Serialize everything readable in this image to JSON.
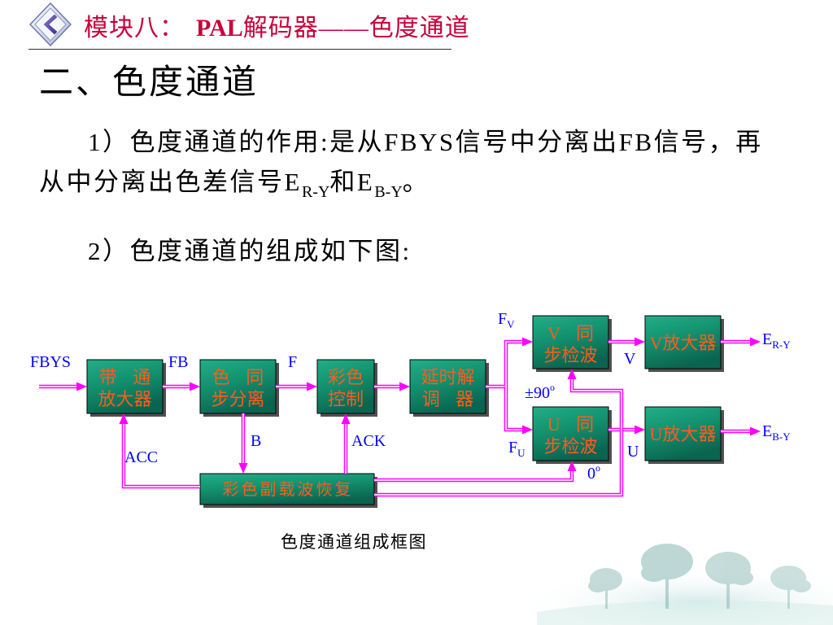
{
  "icons": {
    "logo": "diamond-chevron-icon",
    "decoration": "landscape-trees-image"
  },
  "colors": {
    "title": "#C8003A",
    "body_text": "#000000",
    "block_fill": "#13906E",
    "block_text": "#FF5A1F",
    "signal_label": "#0000FF",
    "wire": "#FF00FF"
  },
  "header": {
    "title_prefix": "模块八：",
    "title_pal": "PAL",
    "title_rest": "解码器——色度通道"
  },
  "section_heading": "二、色度通道",
  "paragraph1": {
    "line1": "1）色度通道的作用:是从FBYS信号中分离出FB信号，再",
    "line2_text": "从中分离出色差信号",
    "symbol1": "E",
    "symbol1_sub": "R-Y",
    "conjunction": "和",
    "symbol2": "E",
    "symbol2_sub": "B-Y",
    "line2_end": "。"
  },
  "paragraph2": "2）色度通道的组成如下图:",
  "diagram": {
    "blocks": {
      "bandpass_amplifier": {
        "line1": "带 通",
        "line2": "放大器"
      },
      "sync_separator": {
        "line1": "色 同",
        "line2": "步分离"
      },
      "color_control": {
        "line1": "彩色",
        "line2": "控制"
      },
      "delay_demodulator": {
        "line1": "延时解",
        "line2": "调 器"
      },
      "v_sync_detector": {
        "line1": "V 同",
        "line2": "步检波"
      },
      "u_sync_detector": {
        "line1": "U 同",
        "line2": "步检波"
      },
      "v_amplifier": {
        "label": "V放大器"
      },
      "u_amplifier": {
        "label": "U放大器"
      },
      "subcarrier_recovery": {
        "label": "彩色副载波恢复"
      }
    },
    "signals": {
      "input": "FBYS",
      "fb": "FB",
      "f": "F",
      "fv": {
        "base": "F",
        "sub": "V"
      },
      "fu": {
        "base": "F",
        "sub": "U"
      },
      "v": "V",
      "u": "U",
      "ery": {
        "base": "E",
        "sub": "R-Y"
      },
      "eby": {
        "base": "E",
        "sub": "B-Y"
      },
      "b": "B",
      "ack": "ACK",
      "acc": "ACC",
      "phase_90": {
        "base": "±90",
        "sup": "o"
      },
      "phase_0": {
        "base": "0",
        "sup": "o"
      }
    }
  },
  "caption": "色度通道组成框图"
}
